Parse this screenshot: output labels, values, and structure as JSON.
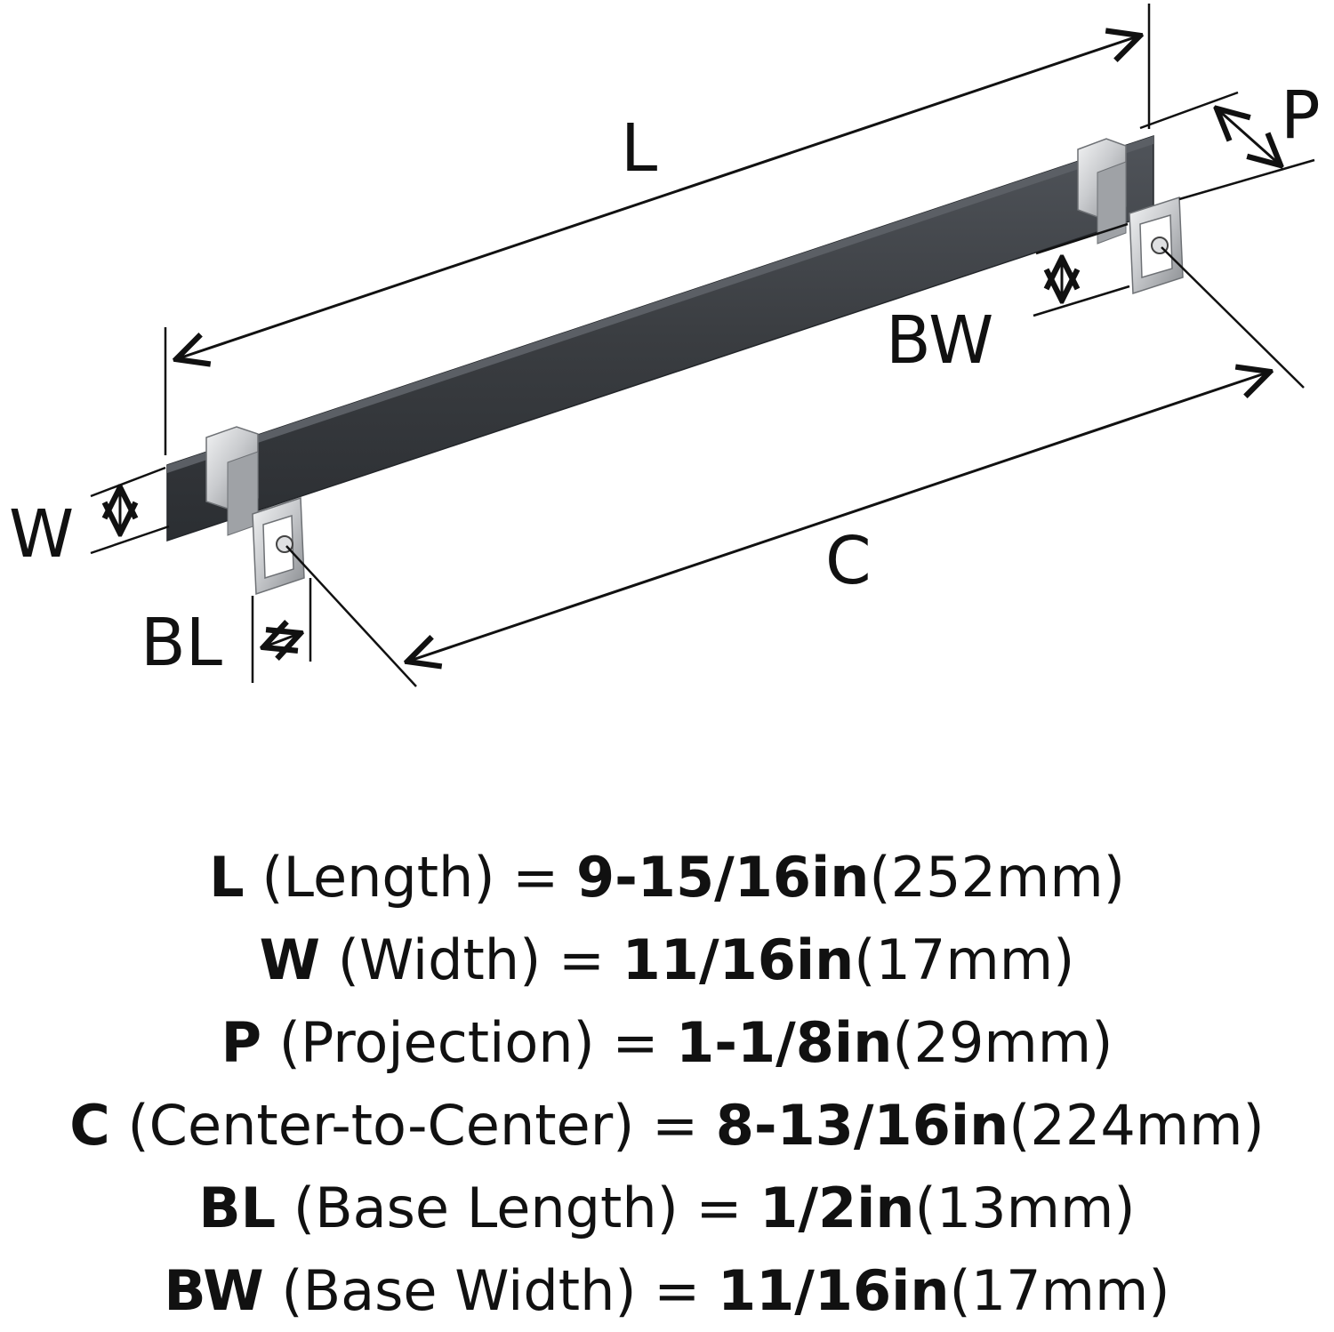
{
  "diagram": {
    "labels": {
      "L": "L",
      "P": "P",
      "BW": "BW",
      "W": "W",
      "C": "C",
      "BL": "BL"
    },
    "colors": {
      "bar": "#3a3d41",
      "bar_edge": "#23262a",
      "metal_light": "#e4e5e7",
      "metal_mid": "#b9bbbe",
      "metal_dark": "#7d8084",
      "ink": "#111111"
    }
  },
  "specs": [
    {
      "abbr": "L",
      "desc": "(Length)",
      "eq": "=",
      "value": "9-15/16in",
      "metric": "(252mm)"
    },
    {
      "abbr": "W",
      "desc": "(Width)",
      "eq": "=",
      "value": "11/16in",
      "metric": "(17mm)"
    },
    {
      "abbr": "P",
      "desc": "(Projection)",
      "eq": "=",
      "value": "1-1/8in",
      "metric": "(29mm)"
    },
    {
      "abbr": "C",
      "desc": "(Center-to-Center)",
      "eq": "=",
      "value": "8-13/16in",
      "metric": "(224mm)"
    },
    {
      "abbr": "BL",
      "desc": "(Base Length)",
      "eq": "=",
      "value": "1/2in",
      "metric": "(13mm)"
    },
    {
      "abbr": "BW",
      "desc": "(Base Width)",
      "eq": "=",
      "value": "11/16in",
      "metric": "(17mm)"
    }
  ]
}
